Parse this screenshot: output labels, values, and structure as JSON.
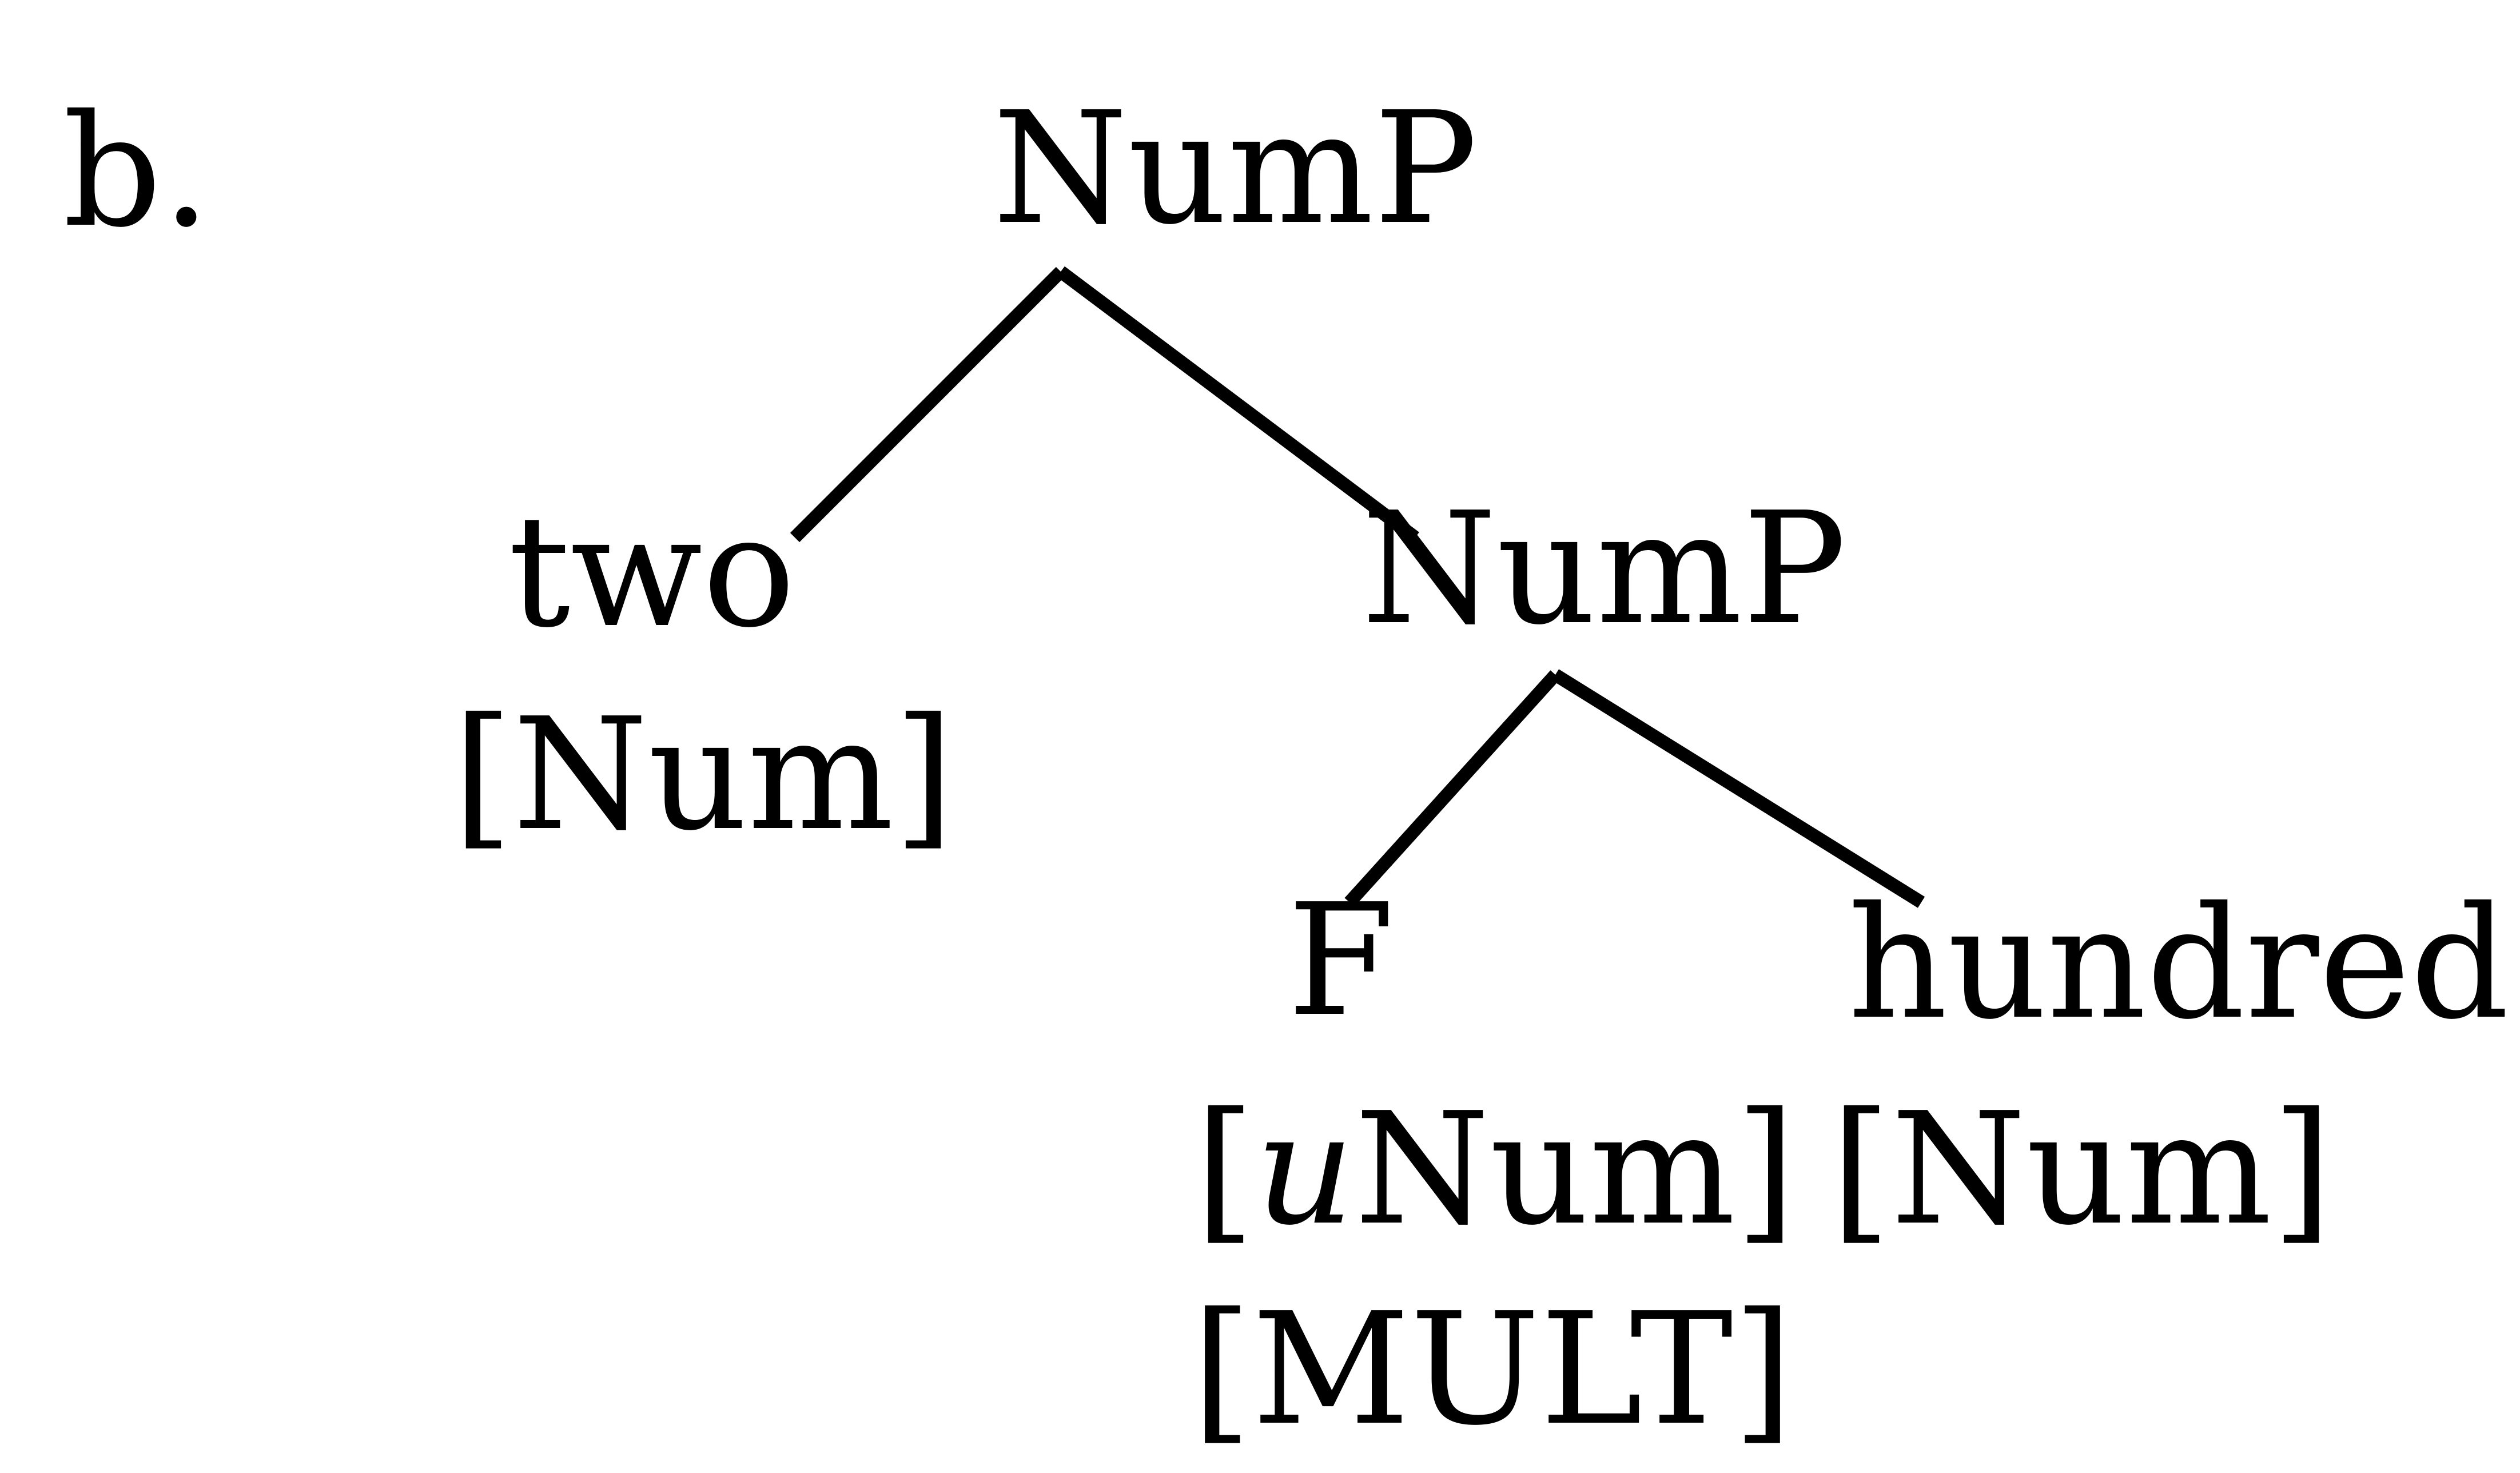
{
  "example_label": "b.",
  "nodes": {
    "root": {
      "label": "NumP"
    },
    "two": {
      "label": "two",
      "feature": "[Num]"
    },
    "nump": {
      "label": "NumP"
    },
    "f": {
      "label": "F",
      "feature_open": "[",
      "feature_italic": "u",
      "feature_rest": "Num]",
      "feature2": "[MULT]"
    },
    "hundred": {
      "label": "hundred",
      "feature": "[Num]"
    }
  },
  "colors": {
    "ink": "#000000",
    "background": "#ffffff"
  }
}
